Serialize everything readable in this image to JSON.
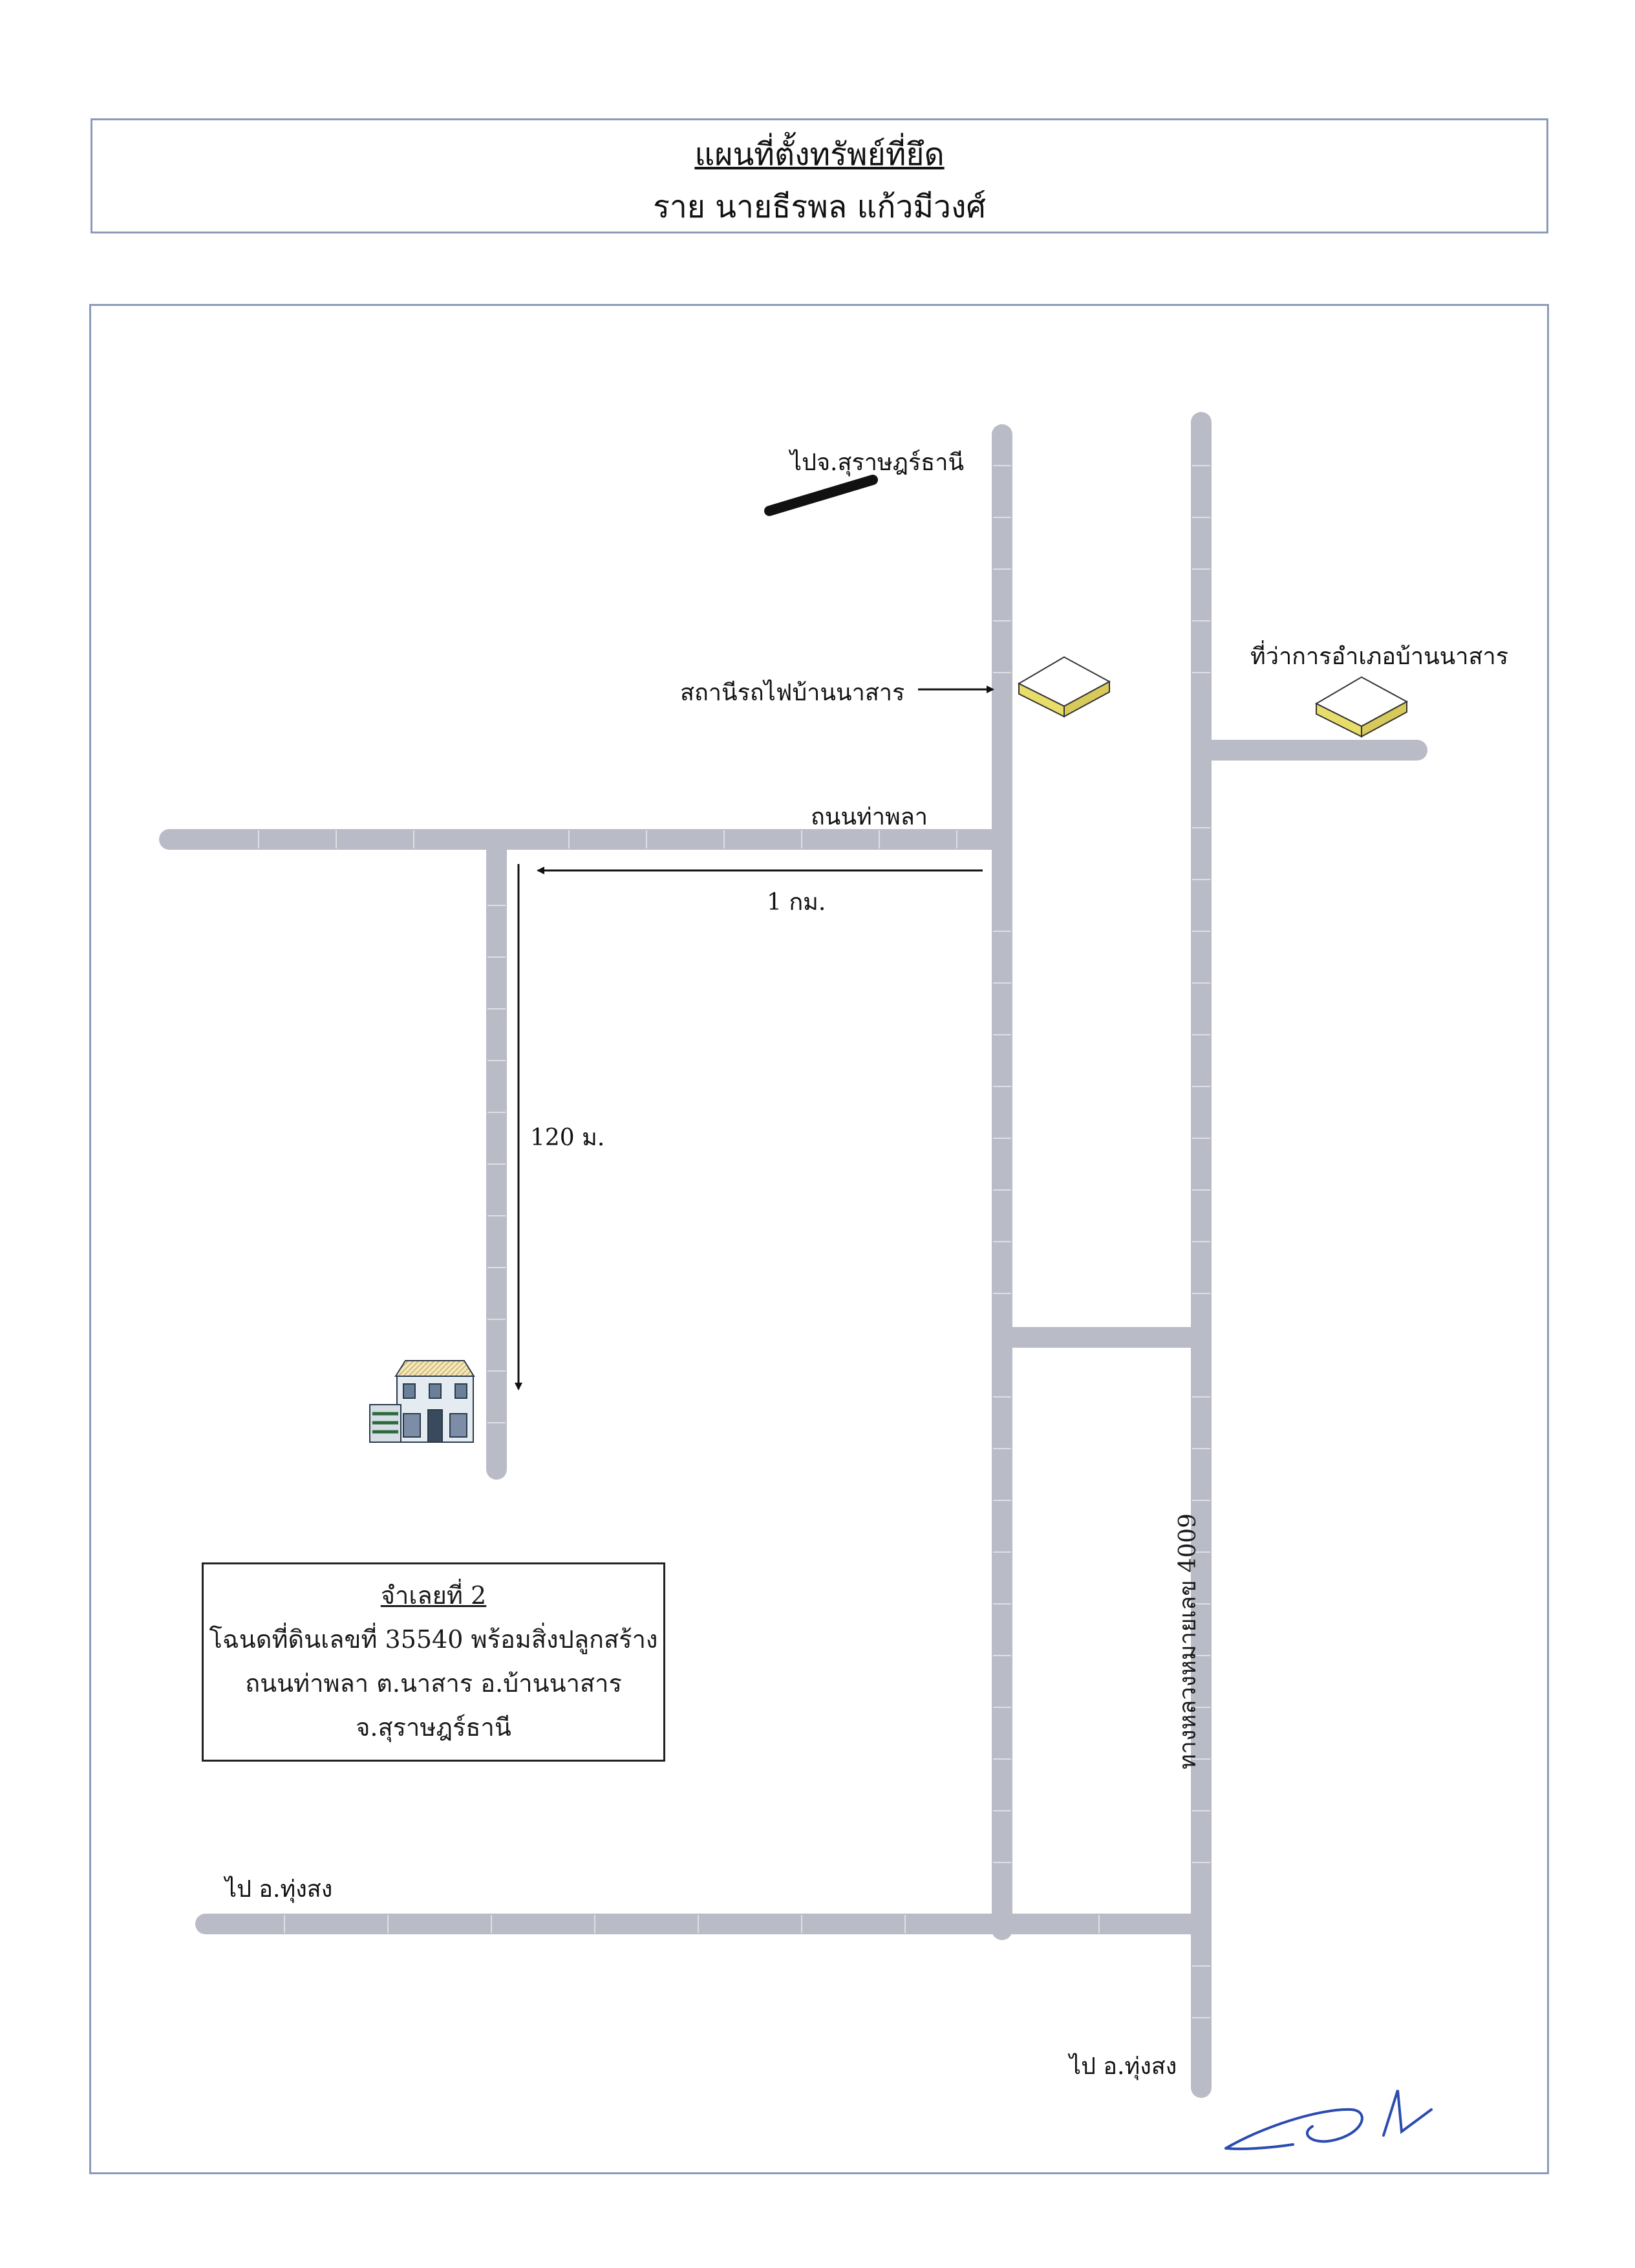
{
  "title": {
    "line1": "แผนที่ตั้งทรัพย์ที่ยึด",
    "line2": "ราย นายธีรพล แก้วมีวงศ์"
  },
  "labels": {
    "to_province": "ไปจ.สุราษฎร์ธานี",
    "station": "สถานีรถไฟบ้านนาสาร",
    "district_office": "ที่ว่าการอำเภอบ้านนาสาร",
    "road_thapla": "ถนนท่าพลา",
    "dist_1km": "1 กม.",
    "dist_120m": "120 ม.",
    "highway": "ทางหลวงหมายเลข 4009",
    "to_thungsong_left": "ไป อ.ทุ่งสง",
    "to_thungsong_bottom": "ไป อ.ทุ่งสง"
  },
  "info": {
    "heading": "จำเลยที่ 2",
    "line1": "โฉนดที่ดินเลขที่ 35540 พร้อมสิ่งปลูกสร้าง",
    "line2": "ถนนท่าพลา ต.นาสาร อ.บ้านนาสาร",
    "line3": "จ.สุราษฎร์ธานี"
  },
  "colors": {
    "road": "#b9bcc6",
    "frame": "#8a9ab8",
    "building_top": "#ffffff",
    "building_side": "#e8dc6a",
    "signature": "#2a4bb0"
  }
}
